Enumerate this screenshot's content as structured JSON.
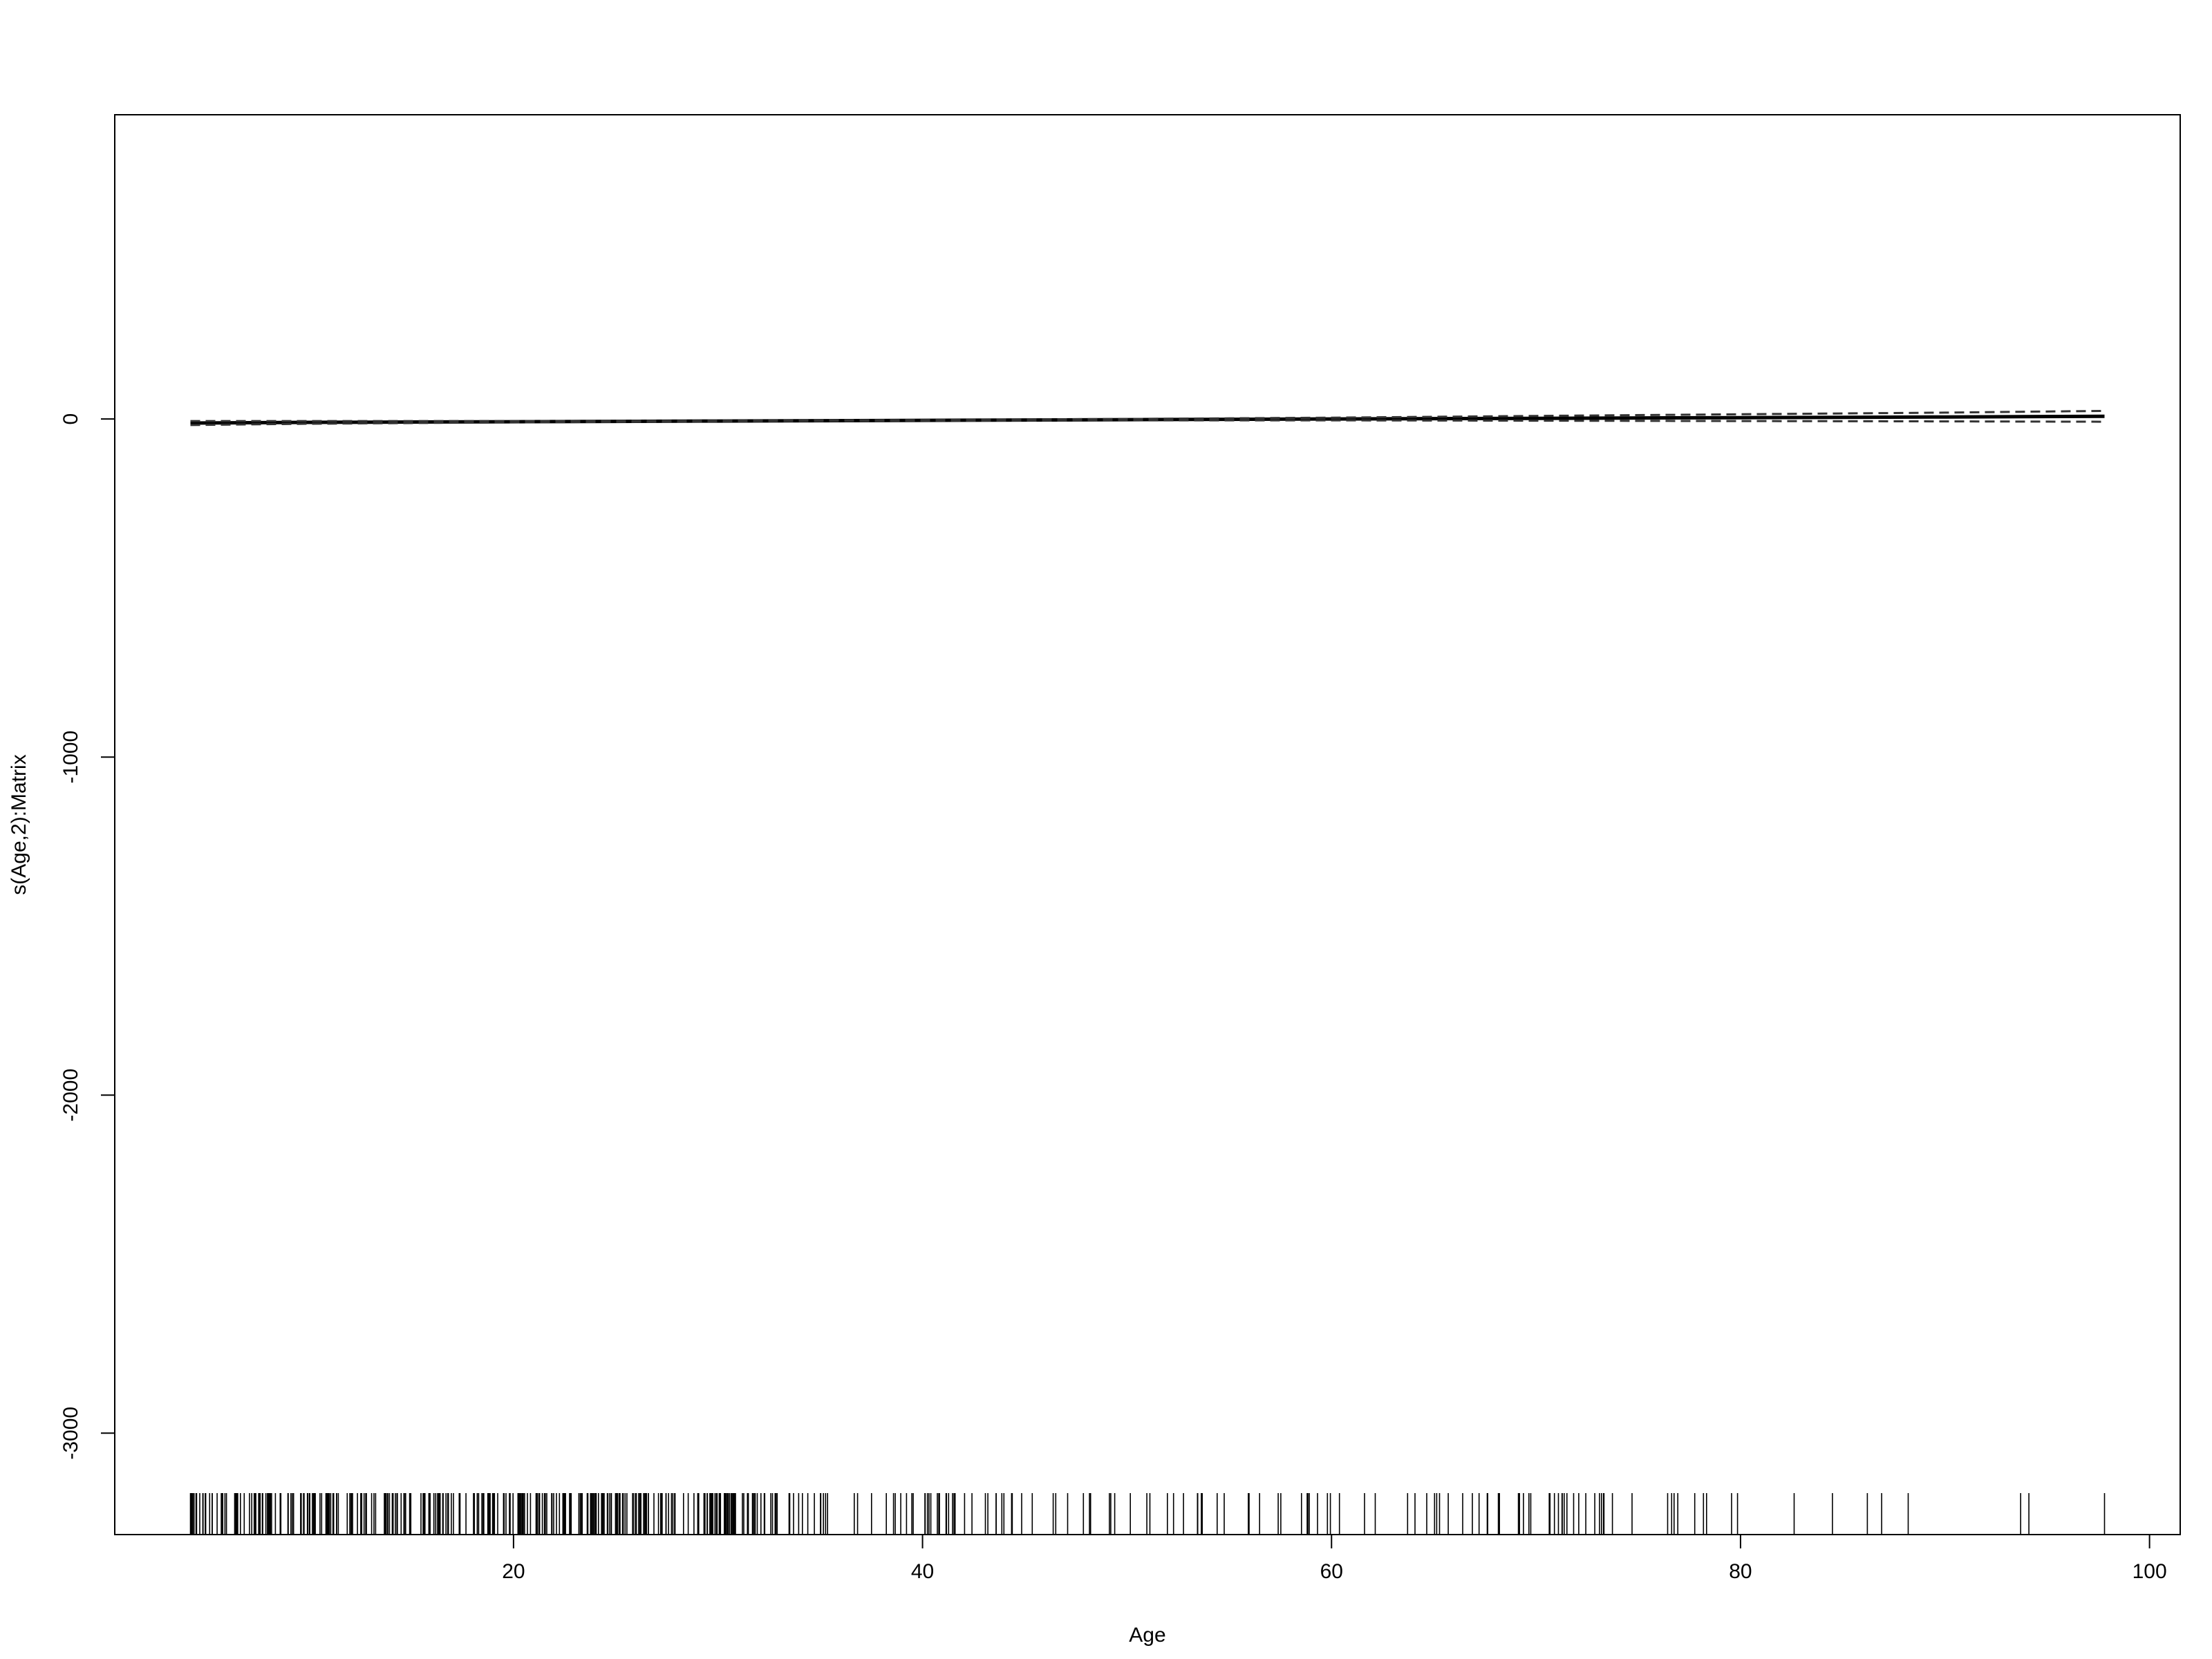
{
  "chart_data": {
    "type": "line",
    "title": "",
    "xlabel": "Age",
    "ylabel": "s(Age,2):Matrix",
    "xlim": [
      0.5,
      101.5
    ],
    "ylim": [
      -3300,
      900
    ],
    "x_ticks": [
      "20",
      "40",
      "60",
      "80",
      "100"
    ],
    "y_ticks": [
      "0",
      "-1000",
      "-2000",
      "-3000"
    ],
    "grid": false,
    "legend": "none",
    "series": [
      {
        "role": "fit",
        "style": "solid",
        "x": [
          4.2,
          10,
          20,
          30,
          40,
          50,
          60,
          70,
          80,
          90,
          97.8
        ],
        "y": [
          -12,
          -10,
          -8,
          -6,
          -4,
          -2,
          0,
          2,
          4,
          6,
          8
        ]
      },
      {
        "role": "upper-band",
        "style": "dashed",
        "x": [
          4.2,
          10,
          20,
          30,
          40,
          50,
          60,
          70,
          80,
          90,
          97.8
        ],
        "y": [
          -6,
          -6,
          -6,
          -5,
          -3,
          0,
          4,
          9,
          14,
          19,
          24
        ]
      },
      {
        "role": "lower-band",
        "style": "dashed",
        "x": [
          4.2,
          10,
          20,
          30,
          40,
          50,
          60,
          70,
          80,
          90,
          97.8
        ],
        "y": [
          -18,
          -14,
          -10,
          -7,
          -5,
          -4,
          -4,
          -5,
          -6,
          -7,
          -8
        ]
      }
    ],
    "rug": {
      "note": "one tick per observation on the x-axis",
      "dense_ranges": [
        [
          4.2,
          33,
          12
        ],
        [
          33,
          42,
          4
        ],
        [
          42,
          78,
          2.5
        ],
        [
          78,
          86,
          0.8
        ]
      ],
      "sparse_points": [
        86.2,
        86.9,
        88.2,
        93.7,
        94.1,
        97.8
      ]
    },
    "colors": {
      "axis": "#000000",
      "line": "#000000",
      "band": "#333333",
      "rug": "#000000"
    }
  }
}
